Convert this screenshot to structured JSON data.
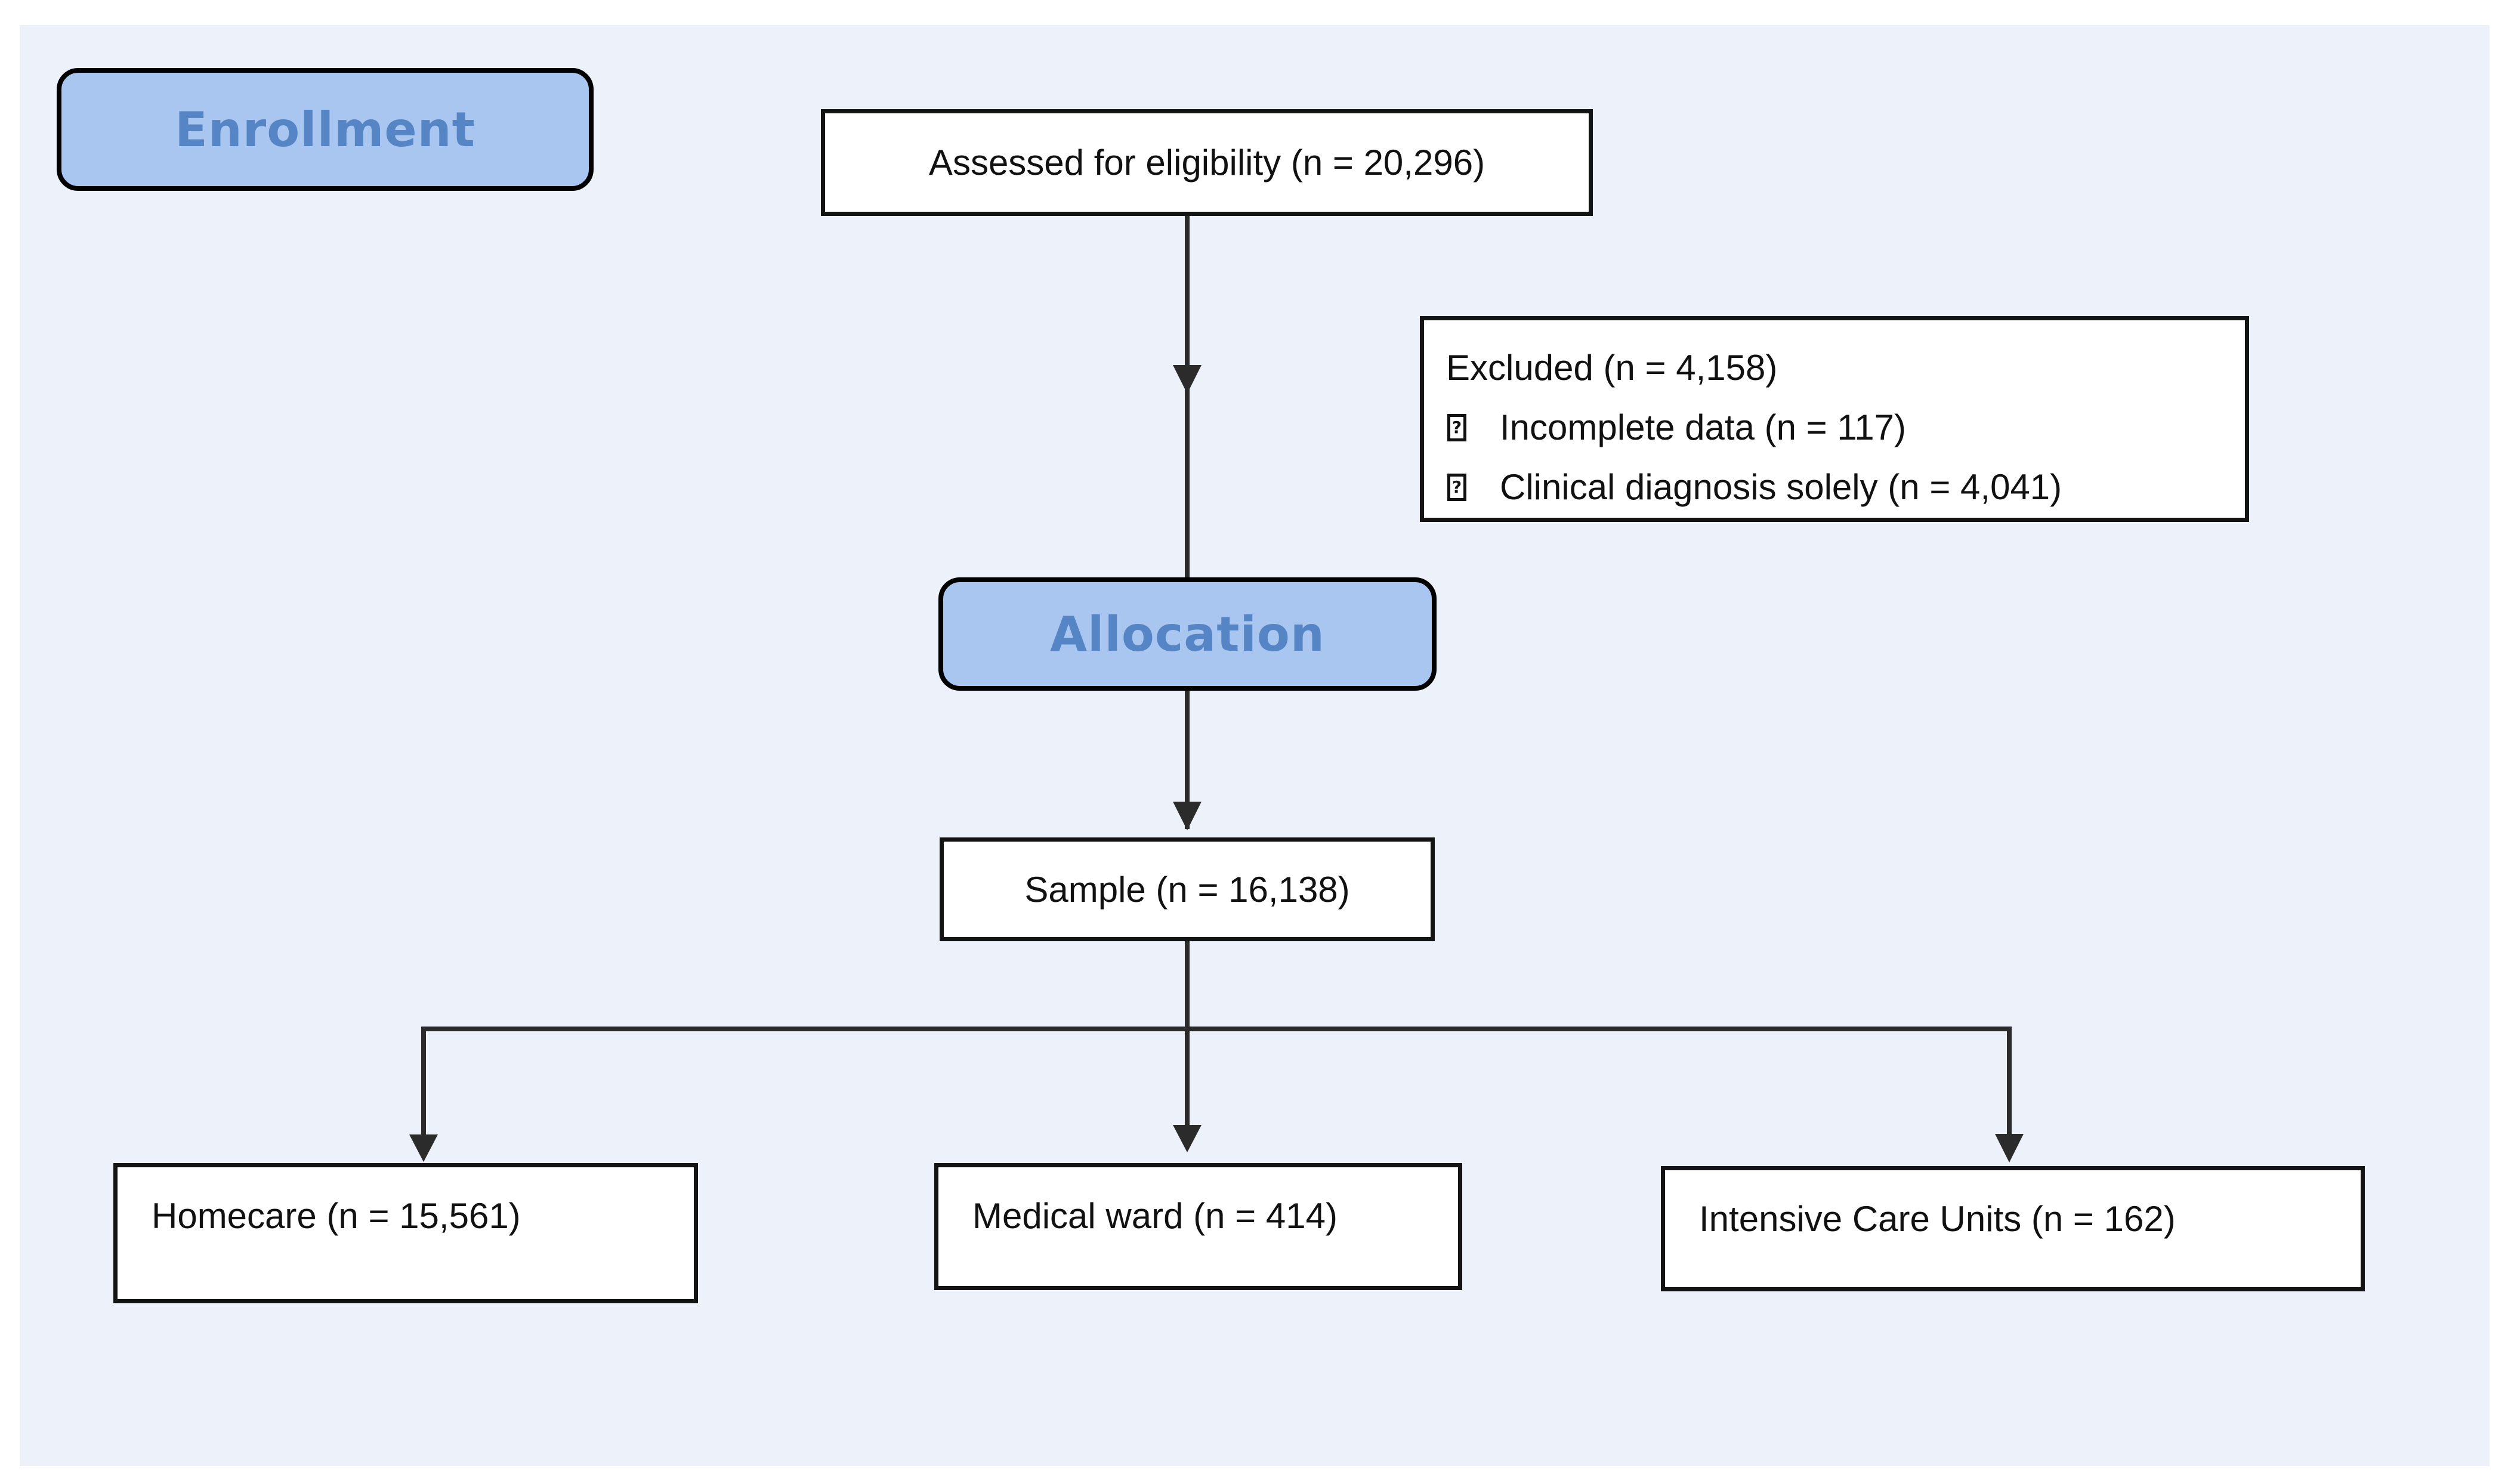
{
  "colors": {
    "page_bg": "#ffffff",
    "panel_bg": "#ecf1fa",
    "stage_fill": "#a9c6f1",
    "stage_text": "#5585c5",
    "node_fill": "#ffffff",
    "node_border": "#141414",
    "node_text": "#111111",
    "line": "#2b2b2b"
  },
  "icons": {
    "bullet_glyph": "?"
  },
  "stages": {
    "enrollment": {
      "label": "Enrollment"
    },
    "allocation": {
      "label": "Allocation"
    }
  },
  "nodes": {
    "assessed": {
      "text": "Assessed for eligibility (n = 20,296)"
    },
    "excluded": {
      "title": "Excluded (n = 4,158)",
      "items": [
        "Incomplete data (n = 117)",
        "Clinical diagnosis solely (n = 4,041)"
      ]
    },
    "sample": {
      "text": "Sample (n = 16,138)"
    },
    "allocation_groups": [
      {
        "id": "homecare",
        "text": "Homecare (n = 15,561)"
      },
      {
        "id": "medical_ward",
        "text": "Medical ward (n = 414)"
      },
      {
        "id": "icu",
        "text": "Intensive Care Units (n = 162)"
      }
    ]
  }
}
